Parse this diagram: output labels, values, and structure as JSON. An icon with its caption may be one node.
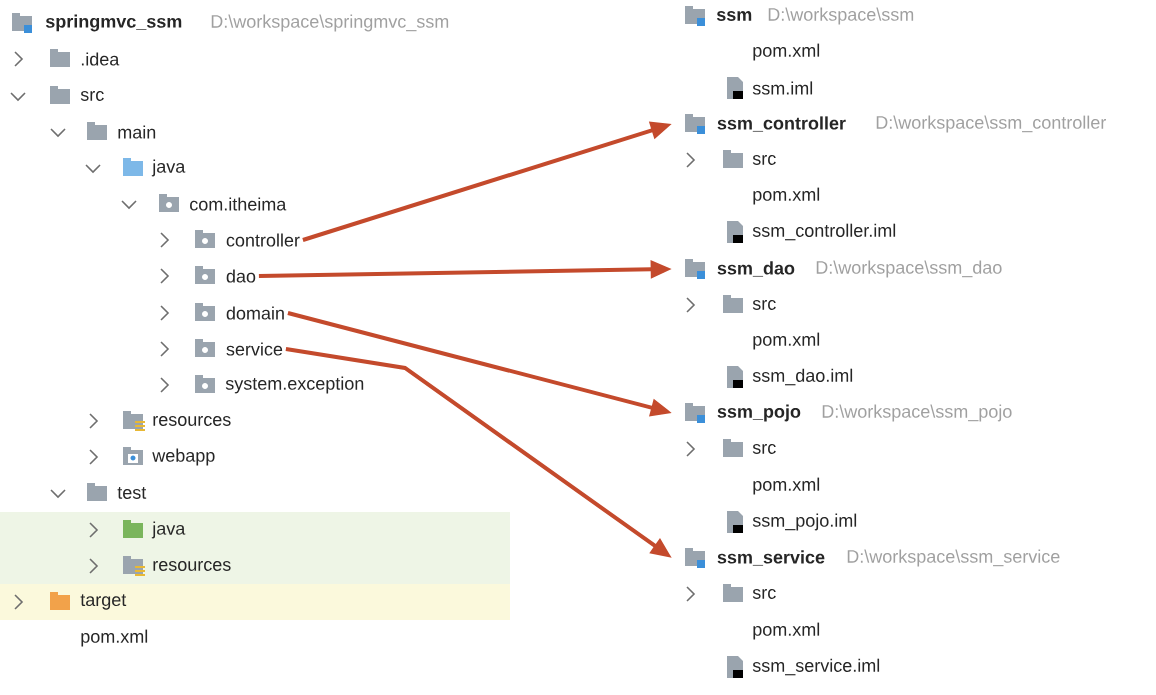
{
  "diagram": {
    "nodes": [
      {
        "text": [
          "controller"
        ]
      },
      {
        "text": [
          "dao"
        ]
      },
      {
        "text": [
          "domain"
        ]
      },
      {
        "text": [
          "service"
        ]
      },
      {
        "text": [
          "ssm_controller"
        ],
        "beside": [
          "D:\\workspace\\ssm_controller"
        ]
      },
      {
        "text": [
          "ssm_dao"
        ],
        "beside": [
          "D:\\workspace\\ssm_dao"
        ]
      },
      {
        "text": [
          "ssm_pojo"
        ],
        "beside": [
          "D:\\workspace\\ssm_pojo"
        ]
      },
      {
        "text": [
          "ssm_service"
        ],
        "beside": [
          "D:\\workspace\\ssm_service"
        ]
      }
    ],
    "edges": [
      {
        "from": 0,
        "to": 4,
        "arrow": "to"
      },
      {
        "from": 1,
        "to": 5,
        "arrow": "to"
      },
      {
        "from": 2,
        "to": 6,
        "arrow": "to"
      },
      {
        "from": 3,
        "to": 7,
        "arrow": "to"
      }
    ],
    "labels": [
      "springmvc_ssm",
      "D:\\workspace\\springmvc_ssm",
      ".idea",
      "src",
      "main",
      "java",
      "com.itheima",
      "system.exception",
      "resources",
      "webapp",
      "test",
      "java",
      "resources",
      "target",
      "pom.xml",
      "ssm",
      "D:\\workspace\\ssm",
      "pom.xml",
      "ssm.iml",
      "src",
      "pom.xml",
      "ssm_controller.iml",
      "src",
      "pom.xml",
      "ssm_dao.iml",
      "src",
      "pom.xml",
      "ssm_pojo.iml",
      "src",
      "pom.xml",
      "ssm_service.iml"
    ]
  }
}
